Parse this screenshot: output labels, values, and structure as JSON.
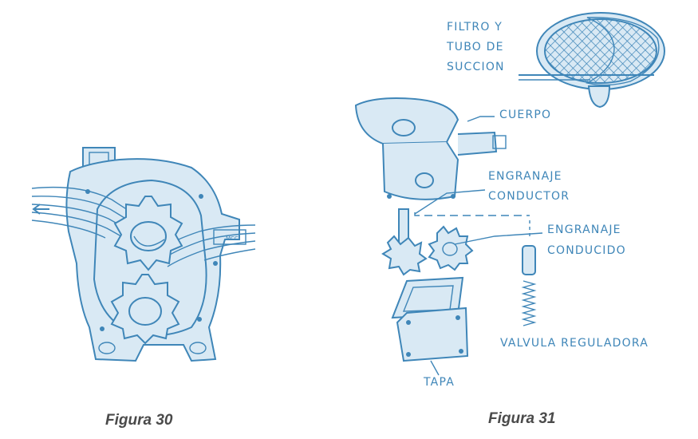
{
  "figures": [
    {
      "caption": "Figura 30"
    },
    {
      "caption": "Figura 31"
    }
  ],
  "labels": {
    "filtro_line1": "FILTRO Y",
    "filtro_line2": "TUBO DE",
    "filtro_line3": "SUCCION",
    "cuerpo": "CUERPO",
    "engranaje_conductor_line1": "ENGRANAJE",
    "engranaje_conductor_line2": "CONDUCTOR",
    "engranaje_conducido_line1": "ENGRANAJE",
    "engranaje_conducido_line2": "CONDUCIDO",
    "valvula": "VALVULA REGULADORA",
    "tapa": "TAPA"
  },
  "colors": {
    "ink": "#3f86b8",
    "caption": "#4a4a4a"
  }
}
